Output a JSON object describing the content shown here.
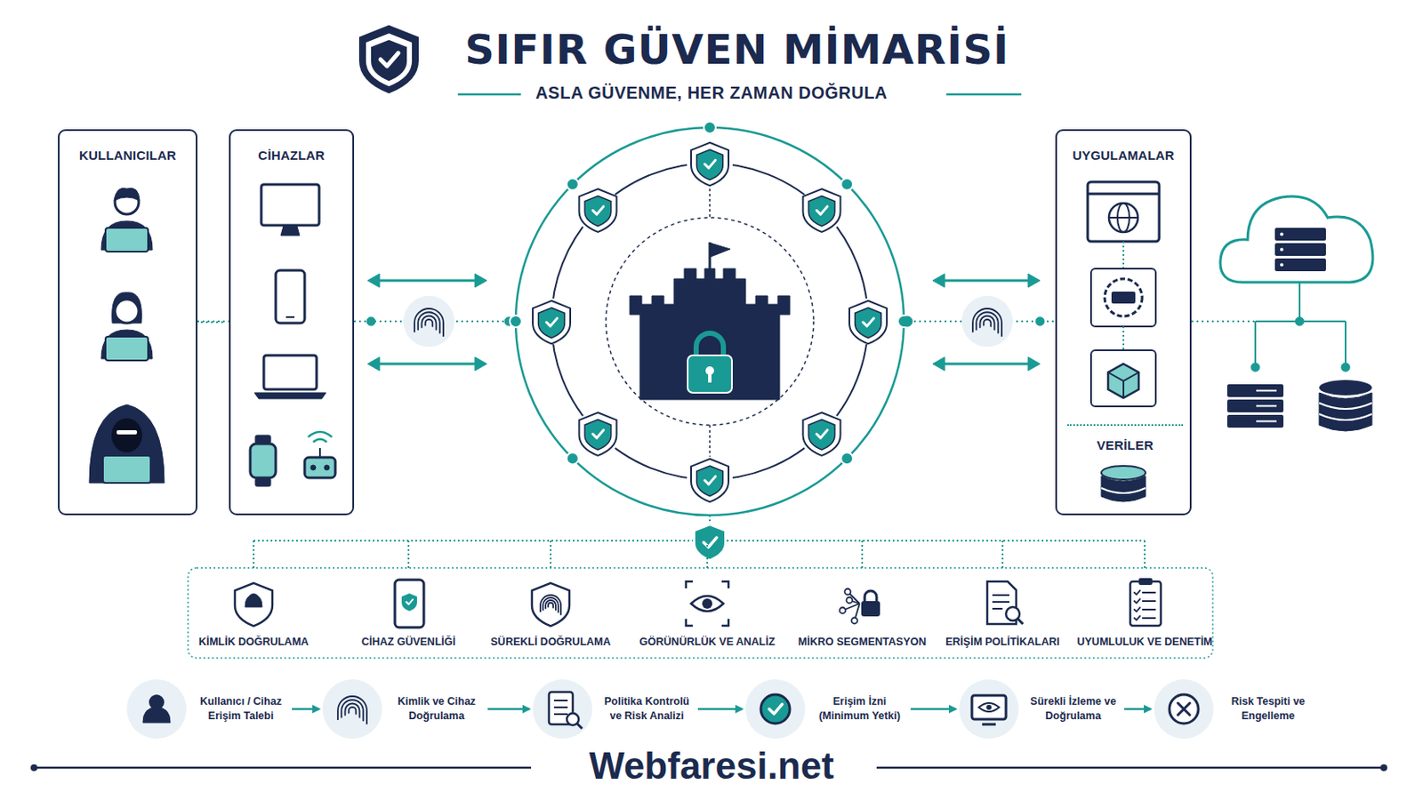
{
  "diagram": {
    "title": "SIFIR GÜVEN MİMARİSİ",
    "nodes": [
      {
        "text": [
          "KULLANICILAR"
        ]
      },
      {
        "text": [
          "CİHAZLAR"
        ]
      },
      {
        "text": [
          "UYGULAMALAR"
        ]
      },
      {
        "text": [
          "VERİLER"
        ],
        "in": 2
      },
      {
        "text": [
          "KİMLİK DOĞRULAMA"
        ]
      },
      {
        "text": [
          "CİHAZ GÜVENLİĞİ"
        ]
      },
      {
        "text": [
          "SÜREKLİ DOĞRULAMA"
        ]
      },
      {
        "text": [
          "GÖRÜNÜRLÜK VE ANALİZ"
        ]
      },
      {
        "text": [
          "MİKRO SEGMENTASYON"
        ]
      },
      {
        "text": [
          "ERİŞİM POLİTİKALARI"
        ]
      },
      {
        "text": [
          "UYUMLULUK VE DENETİM"
        ]
      },
      {
        "text": [
          "Kullanıcı / Cihaz Erişim Talebi"
        ]
      },
      {
        "text": [
          "Kimlik ve Cihaz Doğrulama"
        ]
      },
      {
        "text": [
          "Politika Kontrolü ve Risk Analizi"
        ]
      },
      {
        "text": [
          "Erişim İzni (Minimum Yetki)"
        ]
      },
      {
        "text": [
          "Sürekli İzleme ve Doğrulama"
        ]
      },
      {
        "text": [
          "Risk Tespiti ve Engelleme"
        ]
      }
    ],
    "edges": [
      {
        "from": 0,
        "to": 1,
        "arrow": "none"
      },
      {
        "from": 11,
        "to": 12,
        "arrow": "to"
      },
      {
        "from": 12,
        "to": 13,
        "arrow": "to"
      },
      {
        "from": 13,
        "to": 14,
        "arrow": "to"
      },
      {
        "from": 14,
        "to": 15,
        "arrow": "to"
      },
      {
        "from": 15,
        "to": 16,
        "arrow": "to"
      }
    ],
    "labels": [
      "ASLA GÜVENME, HER ZAMAN DOĞRULA",
      "Webfaresi.net"
    ]
  }
}
